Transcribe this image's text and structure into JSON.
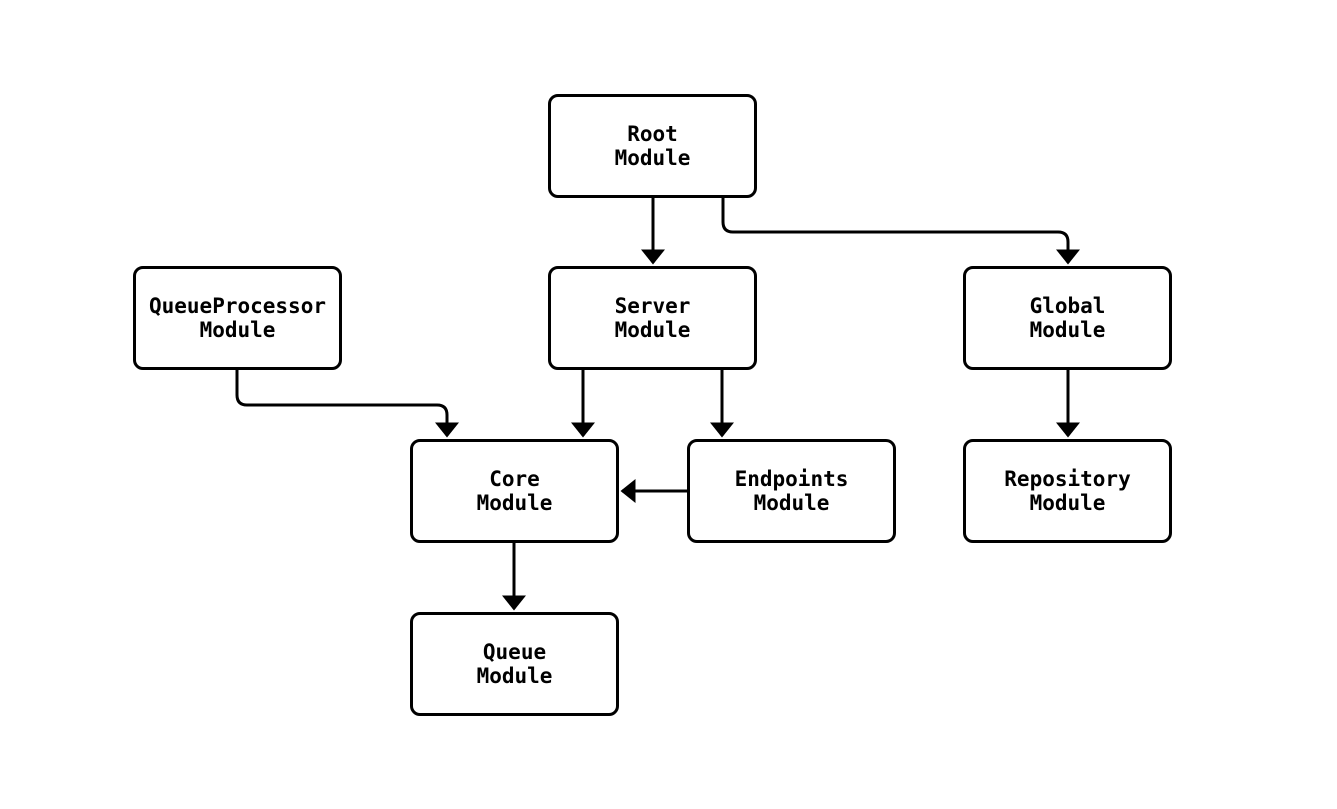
{
  "diagram": {
    "type": "flowchart",
    "orientation": "top-down",
    "colors": {
      "background": "#ffffff",
      "node_fill": "#ffffff",
      "node_border": "#000000",
      "edge": "#000000",
      "text": "#000000"
    },
    "nodes": {
      "root": {
        "line1": "Root",
        "line2": "Module"
      },
      "queueprocessor": {
        "line1": "QueueProcessor",
        "line2": "Module"
      },
      "server": {
        "line1": "Server",
        "line2": "Module"
      },
      "global": {
        "line1": "Global",
        "line2": "Module"
      },
      "core": {
        "line1": "Core",
        "line2": "Module"
      },
      "endpoints": {
        "line1": "Endpoints",
        "line2": "Module"
      },
      "repository": {
        "line1": "Repository",
        "line2": "Module"
      },
      "queue": {
        "line1": "Queue",
        "line2": "Module"
      }
    },
    "edges": [
      {
        "from": "root",
        "to": "server"
      },
      {
        "from": "root",
        "to": "global"
      },
      {
        "from": "queueprocessor",
        "to": "core"
      },
      {
        "from": "server",
        "to": "core"
      },
      {
        "from": "server",
        "to": "endpoints"
      },
      {
        "from": "endpoints",
        "to": "core"
      },
      {
        "from": "core",
        "to": "queue"
      },
      {
        "from": "global",
        "to": "repository"
      }
    ]
  }
}
